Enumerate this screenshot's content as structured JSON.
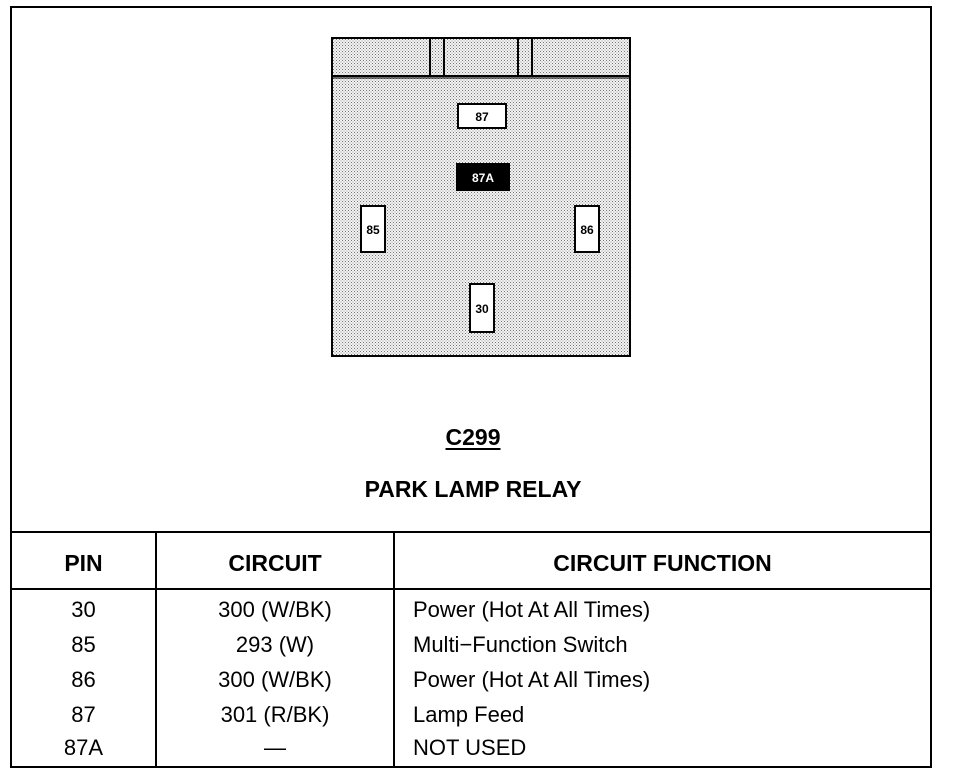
{
  "connector": {
    "id": "C299",
    "name": "PARK LAMP RELAY"
  },
  "relay_pins": {
    "top": "87",
    "center": "87A",
    "left": "85",
    "right": "86",
    "bottom": "30"
  },
  "table": {
    "headers": {
      "pin": "PIN",
      "circuit": "CIRCUIT",
      "function": "CIRCUIT FUNCTION"
    },
    "rows": [
      {
        "pin": "30",
        "circuit": "300 (W/BK)",
        "function": "Power (Hot At All Times)"
      },
      {
        "pin": "85",
        "circuit": "293 (W)",
        "function": "Multi−Function Switch"
      },
      {
        "pin": "86",
        "circuit": "300 (W/BK)",
        "function": "Power (Hot At All Times)"
      },
      {
        "pin": "87",
        "circuit": "301 (R/BK)",
        "function": "Lamp Feed"
      },
      {
        "pin": "87A",
        "circuit": "—",
        "function": "NOT USED"
      }
    ]
  },
  "colors": {
    "line": "#000000",
    "relay_fill": "#e6e6e6",
    "background": "#ffffff"
  }
}
